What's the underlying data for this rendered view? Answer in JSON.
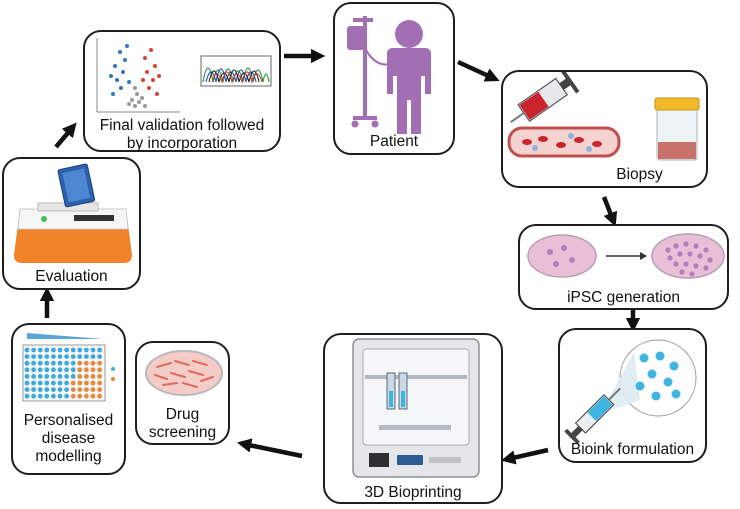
{
  "steps": {
    "final_validation": {
      "line1": "Final validation followed",
      "line2": "by incorporation"
    },
    "patient": {
      "label": "Patient"
    },
    "biopsy": {
      "label": "Biopsy"
    },
    "ipsc": {
      "label": "iPSC generation"
    },
    "bioink": {
      "label": "Bioink formulation"
    },
    "bioprinting": {
      "label": "3D Bioprinting"
    },
    "drug": {
      "line1": "Drug",
      "line2": "screening"
    },
    "modelling": {
      "line1": "Personalised",
      "line2": "disease",
      "line3": "modelling"
    },
    "evaluation": {
      "label": "Evaluation"
    }
  },
  "colors": {
    "patient": "#a26fb5",
    "syringe_red": "#c8262c",
    "vessel": "#c0504d",
    "dish_pink": "#e9bfd8",
    "cell_blue": "#3fb4e0",
    "printer_orange": "#f0822a",
    "tissue_red": "#e06a5e"
  }
}
